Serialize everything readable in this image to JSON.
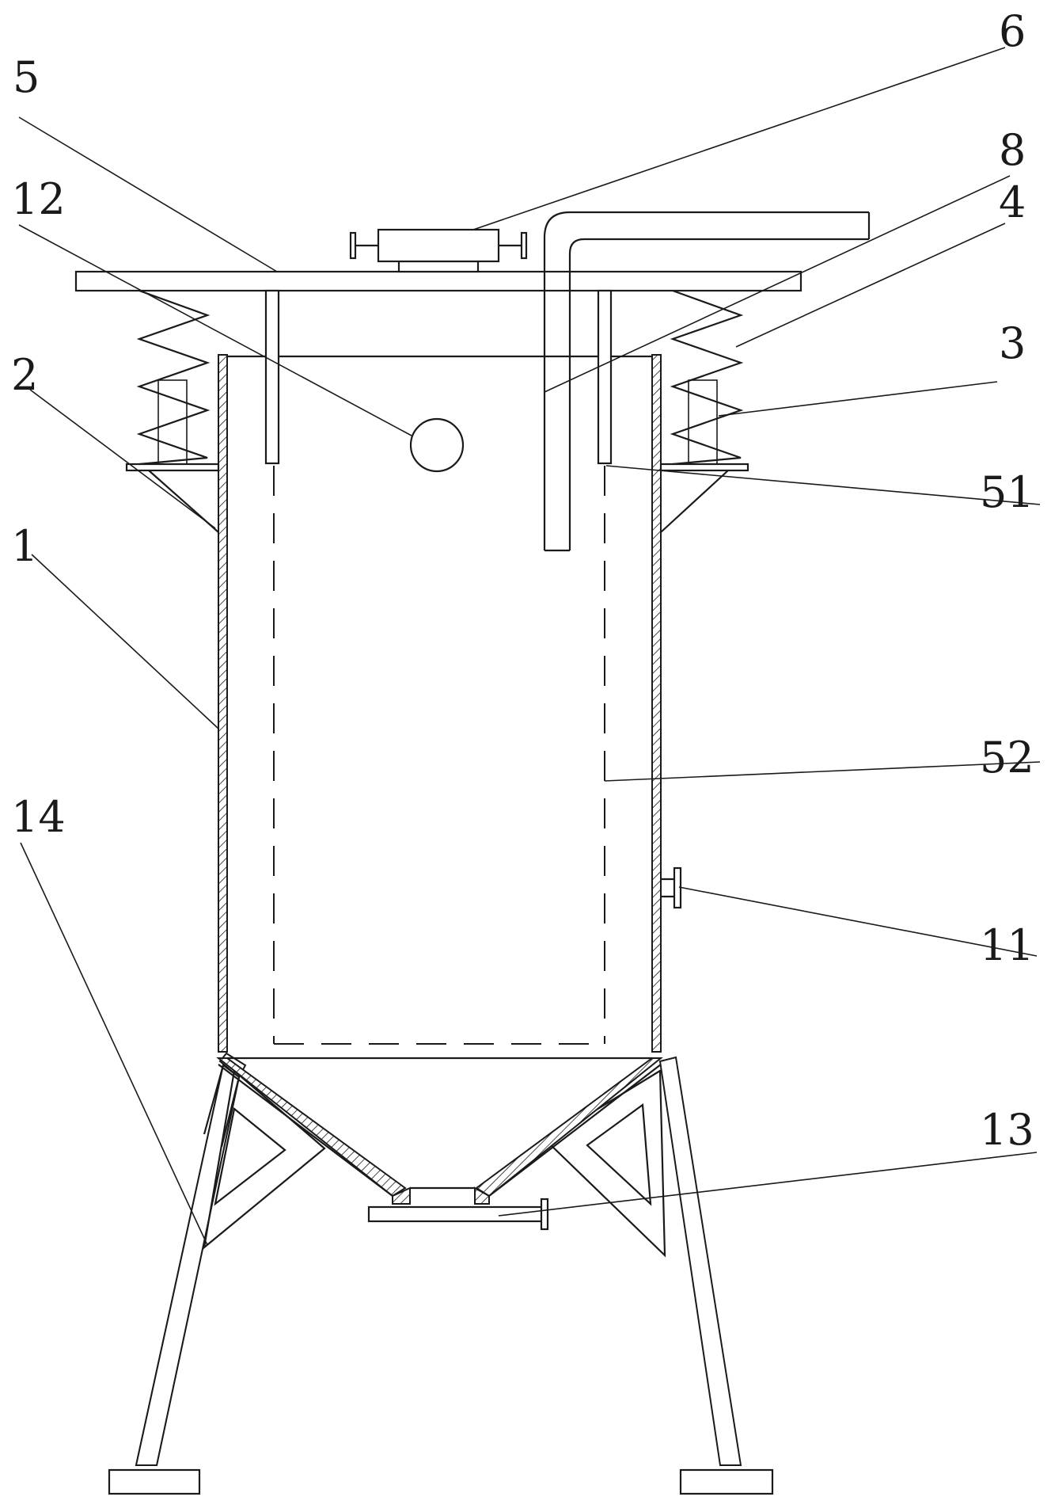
{
  "labels": {
    "l1": "1",
    "l2": "2",
    "l3": "3",
    "l4": "4",
    "l5": "5",
    "l6": "6",
    "l8": "8",
    "l11": "11",
    "l12": "12",
    "l13": "13",
    "l14": "14",
    "l51": "51",
    "l52": "52"
  },
  "colors": {
    "line": "#1a1a1a",
    "background": "#ffffff"
  }
}
